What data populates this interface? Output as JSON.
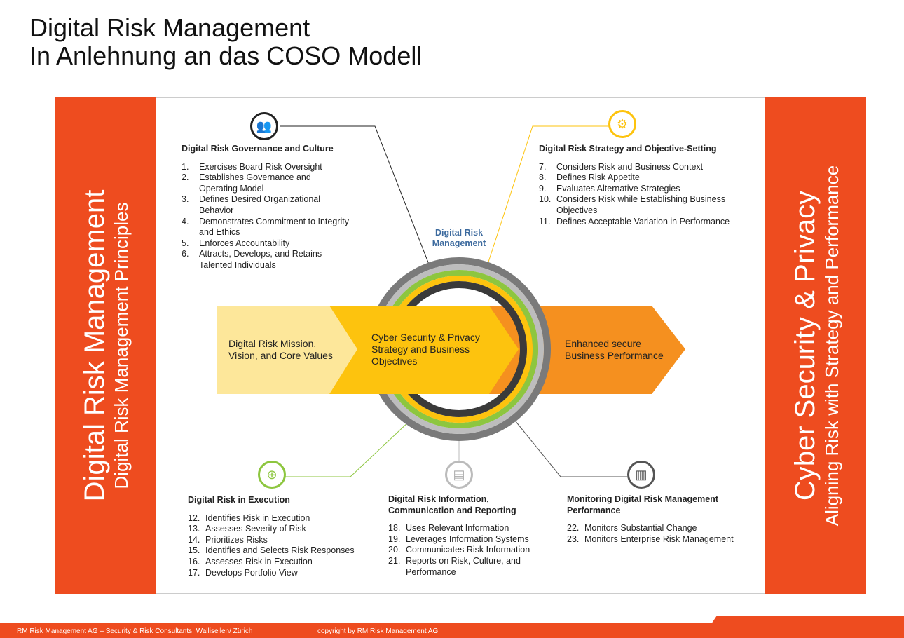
{
  "title": {
    "line1": "Digital Risk Management",
    "line2": "In Anlehnung an das COSO Modell"
  },
  "left_banner": {
    "main": "Digital Risk Management",
    "sub": "Digital Risk Management Principles"
  },
  "right_banner": {
    "main": "Cyber Security & Privacy",
    "sub": "Aligning Risk with Strategy and Performance"
  },
  "center_label": "Digital Risk Management",
  "arrows": {
    "a1": "Digital Risk Mission, Vision, and Core Values",
    "a2": "Cyber Security & Privacy Strategy and Business Objectives",
    "a3": "Enhanced secure Business Performance"
  },
  "colors": {
    "orange": "#ee4c1f",
    "light_yellow": "#fde79a",
    "yellow": "#fdc30e",
    "dark_orange": "#f5901f",
    "green": "#8dc63f"
  },
  "blocks": [
    {
      "title": "Digital Risk Governance and Culture",
      "icon": "people-icon",
      "items": [
        {
          "n": "1.",
          "t": "Exercises Board Risk Oversight"
        },
        {
          "n": "2.",
          "t": "Establishes Governance and Operating Model"
        },
        {
          "n": "3.",
          "t": "Defines Desired Organizational Behavior"
        },
        {
          "n": "4.",
          "t": "Demonstrates Commitment to Integrity and Ethics"
        },
        {
          "n": "5.",
          "t": "Enforces Accountability"
        },
        {
          "n": "6.",
          "t": "Attracts, Develops, and Retains Talented Individuals"
        }
      ]
    },
    {
      "title": "Digital Risk Strategy and Objective-Setting",
      "icon": "gears-icon",
      "items": [
        {
          "n": "7.",
          "t": "Considers Risk and Business Context"
        },
        {
          "n": "8.",
          "t": "Defines Risk Appetite"
        },
        {
          "n": "9.",
          "t": "Evaluates Alternative Strategies"
        },
        {
          "n": "10.",
          "t": "Considers Risk while Establishing Business Objectives"
        },
        {
          "n": "11.",
          "t": "Defines Acceptable Variation in Performance"
        }
      ]
    },
    {
      "title": "Digital Risk in Execution",
      "icon": "magnifier-icon",
      "items": [
        {
          "n": "12.",
          "t": "Identifies Risk in Execution"
        },
        {
          "n": "13.",
          "t": "Assesses Severity of Risk"
        },
        {
          "n": "14.",
          "t": "Prioritizes Risks"
        },
        {
          "n": "15.",
          "t": "Identifies and Selects Risk Responses"
        },
        {
          "n": "16.",
          "t": "Assesses Risk in Execution"
        },
        {
          "n": "17.",
          "t": "Develops Portfolio View"
        }
      ]
    },
    {
      "title": "Digital Risk Information, Communication and Reporting",
      "icon": "document-icon",
      "items": [
        {
          "n": "18.",
          "t": "Uses Relevant Information"
        },
        {
          "n": "19.",
          "t": "Leverages Information Systems"
        },
        {
          "n": "20.",
          "t": "Communicates Risk Information"
        },
        {
          "n": "21.",
          "t": "Reports on Risk, Culture, and Performance"
        }
      ]
    },
    {
      "title": "Monitoring Digital Risk Management Performance",
      "icon": "bar-chart-icon",
      "items": [
        {
          "n": "22.",
          "t": "Monitors Substantial Change"
        },
        {
          "n": "23.",
          "t": "Monitors Enterprise Risk Management"
        }
      ]
    }
  ],
  "footer": {
    "company": "RM Risk Management AG – Security & Risk Consultants, Wallisellen/ Zürich",
    "copyright": "copyright by RM Risk Management AG"
  }
}
